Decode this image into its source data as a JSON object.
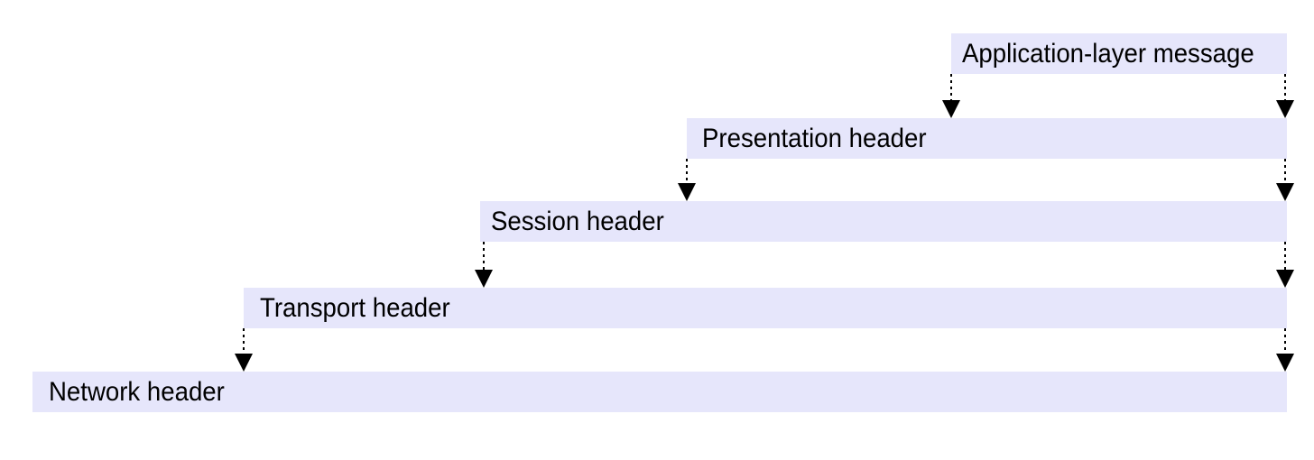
{
  "diagram": {
    "layers": [
      {
        "label": "Application-layer message"
      },
      {
        "label": "Presentation header"
      },
      {
        "label": "Session header"
      },
      {
        "label": "Transport header"
      },
      {
        "label": "Network header"
      }
    ]
  },
  "colors": {
    "bar_fill": "#e6e6fb",
    "text": "#000000",
    "arrow": "#000000",
    "background": "#ffffff"
  }
}
